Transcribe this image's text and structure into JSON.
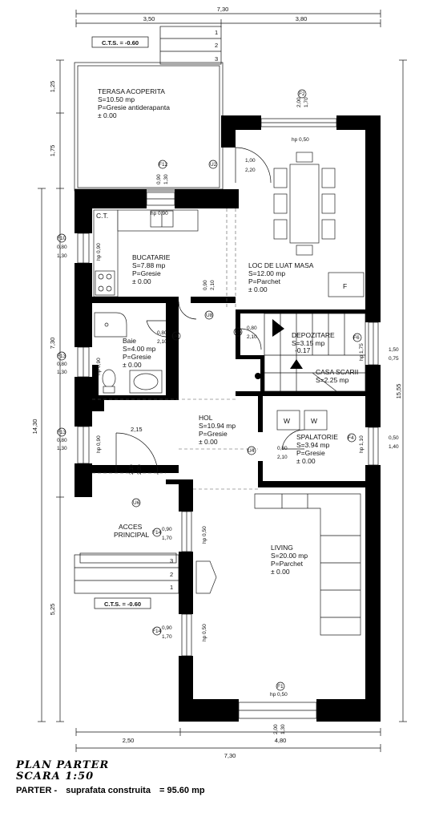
{
  "title": {
    "plan": "PLAN PARTER",
    "scale": "SCARA 1:50",
    "summary_label": "PARTER -",
    "summary_text": "suprafata construita",
    "summary_value": "= 95.60 mp"
  },
  "dims": {
    "top_total": "7,30",
    "top_left": "3,50",
    "top_right": "3,80",
    "bottom_left": "2,50",
    "bottom_right": "4,80",
    "bottom_total": "7,30",
    "left_1": "1,25",
    "left_2": "1,75",
    "left_3": "7,30",
    "left_4": "5,25",
    "left_total": "14,30",
    "right_total": "15,55"
  },
  "cts": [
    "C.T.S. = -0.60",
    "C.T.S. = -0.60"
  ],
  "steps": {
    "top": [
      "1",
      "2",
      "3"
    ],
    "entry": [
      "3",
      "2",
      "1"
    ]
  },
  "rooms": [
    {
      "name": "TERASA ACOPERITA",
      "area": "S=10.50 mp",
      "finish": "P=Gresie antiderapanta",
      "level": "± 0.00"
    },
    {
      "name": "BUCATARIE",
      "area": "S=7.88 mp",
      "finish": "P=Gresie",
      "level": "± 0.00"
    },
    {
      "name": "LOC DE LUAT MASA",
      "area": "S=12.00 mp",
      "finish": "P=Parchet",
      "level": "± 0.00"
    },
    {
      "name": "Baie",
      "area": "S=4.00 mp",
      "finish": "P=Gresie",
      "level": "± 0.00"
    },
    {
      "name": "DEPOZITARE",
      "area": "S=3.15 mp",
      "finish": "",
      "level": "-0.17"
    },
    {
      "name": "CASA SCARII",
      "area": "S=2.25 mp",
      "finish": "",
      "level": ""
    },
    {
      "name": "HOL",
      "area": "S=10.94 mp",
      "finish": "P=Gresie",
      "level": "± 0.00"
    },
    {
      "name": "SPALATORIE",
      "area": "S=3.94 mp",
      "finish": "P=Gresie",
      "level": "± 0.00"
    },
    {
      "name": "ACCES",
      "area": "PRINCIPAL",
      "finish": "",
      "level": ""
    },
    {
      "name": "LIVING",
      "area": "S=20.00 mp",
      "finish": "P=Parchet",
      "level": "± 0.00"
    }
  ],
  "labels": {
    "ct": "C.T.",
    "fridge": "F",
    "washer": "W",
    "hp050": "hp 0,50",
    "hp090": "hp 0,90",
    "hp090v": "hp 0,90",
    "hp050v": "hp 0,50",
    "hp175": "hp 1,75",
    "hp110": "hp 1,10"
  },
  "marks": {
    "F1": "F1",
    "F2": "F2",
    "F4": "F4",
    "F6": "F6",
    "F10": "F10",
    "F12": "F12",
    "F13": "F13",
    "F14": "F14",
    "U2": "U2",
    "U4": "U4",
    "U6": "U6",
    "U8": "U8"
  },
  "opening_dims": {
    "f2_w": "2,00",
    "f2_h": "1,70",
    "u2_w": "1,00",
    "u2_h": "2,20",
    "f12_w": "0,90",
    "f12_h": "1,30",
    "f10_w": "0,80",
    "f10_h": "1,30",
    "u8_w": "0,90",
    "u8_h": "2,10",
    "u4a_w": "0,80",
    "u4a_h": "2,10",
    "u6a_w": "0,80",
    "u6a_h": "2,10",
    "f6_w": "1,50",
    "f6_h": "0,75",
    "f13_w": "0,80",
    "f13_h": "1,30",
    "hol_w": "2,15",
    "f4_w": "0,50",
    "f4_h": "1,40",
    "u4b_w": "0,80",
    "u4b_h": "2,10",
    "u6b_w": "2,10",
    "u6b_h": "2,20",
    "f14_w": "0,90",
    "f14_h": "1,70",
    "f1_w": "2,00",
    "f1_h": "1,30"
  }
}
